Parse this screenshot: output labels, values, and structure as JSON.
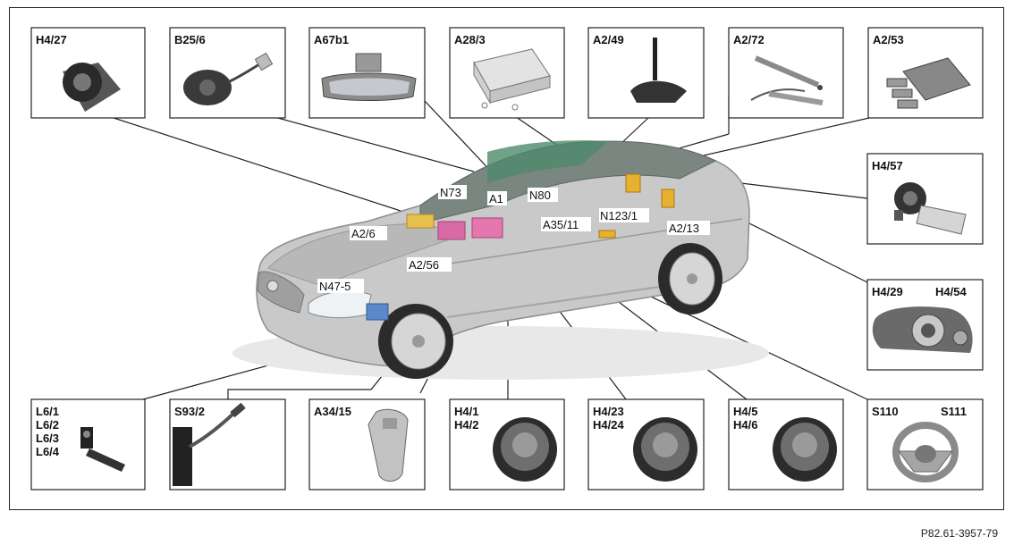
{
  "boxes": [
    {
      "id": "h4-27",
      "labels": [
        "H4/27"
      ],
      "icon": "tweeter-speaker-icon"
    },
    {
      "id": "b25-6",
      "labels": [
        "B25/6"
      ],
      "icon": "microphone-sensor-icon"
    },
    {
      "id": "a67b1",
      "labels": [
        "A67b1"
      ],
      "icon": "rearview-mirror-icon"
    },
    {
      "id": "a28-3",
      "labels": [
        "A28/3"
      ],
      "icon": "control-unit-icon"
    },
    {
      "id": "a2-49",
      "labels": [
        "A2/49"
      ],
      "icon": "roof-antenna-icon"
    },
    {
      "id": "a2-72",
      "labels": [
        "A2/72"
      ],
      "icon": "antenna-strip-icon"
    },
    {
      "id": "a2-53",
      "labels": [
        "A2/53"
      ],
      "icon": "antenna-amplifier-icon"
    },
    {
      "id": "h4-57",
      "labels": [
        "H4/57"
      ],
      "icon": "speaker-module-icon"
    },
    {
      "id": "h4-29-54",
      "labels": [
        "H4/29",
        "H4/54"
      ],
      "icon": "door-speaker-panel-icon"
    },
    {
      "id": "l6",
      "labels": [
        "L6/1",
        "L6/2",
        "L6/3",
        "L6/4"
      ],
      "icon": "wheel-speed-sensor-icon"
    },
    {
      "id": "s93-2",
      "labels": [
        "S93/2"
      ],
      "icon": "switch-lever-icon"
    },
    {
      "id": "a34-15",
      "labels": [
        "A34/15"
      ],
      "icon": "key-fob-icon"
    },
    {
      "id": "h4-1-2",
      "labels": [
        "H4/1",
        "H4/2"
      ],
      "icon": "speaker-icon"
    },
    {
      "id": "h4-23-24",
      "labels": [
        "H4/23",
        "H4/24"
      ],
      "icon": "speaker-icon"
    },
    {
      "id": "h4-5-6",
      "labels": [
        "H4/5",
        "H4/6"
      ],
      "icon": "speaker-icon"
    },
    {
      "id": "s110-111",
      "labels": [
        "S110",
        "S111"
      ],
      "icon": "steering-wheel-icon"
    }
  ],
  "callouts": [
    "N73",
    "A1",
    "N80",
    "N123/1",
    "A35/11",
    "A2/13",
    "A2/6",
    "A2/56",
    "N47-5"
  ],
  "footer": "P82.61-3957-79"
}
